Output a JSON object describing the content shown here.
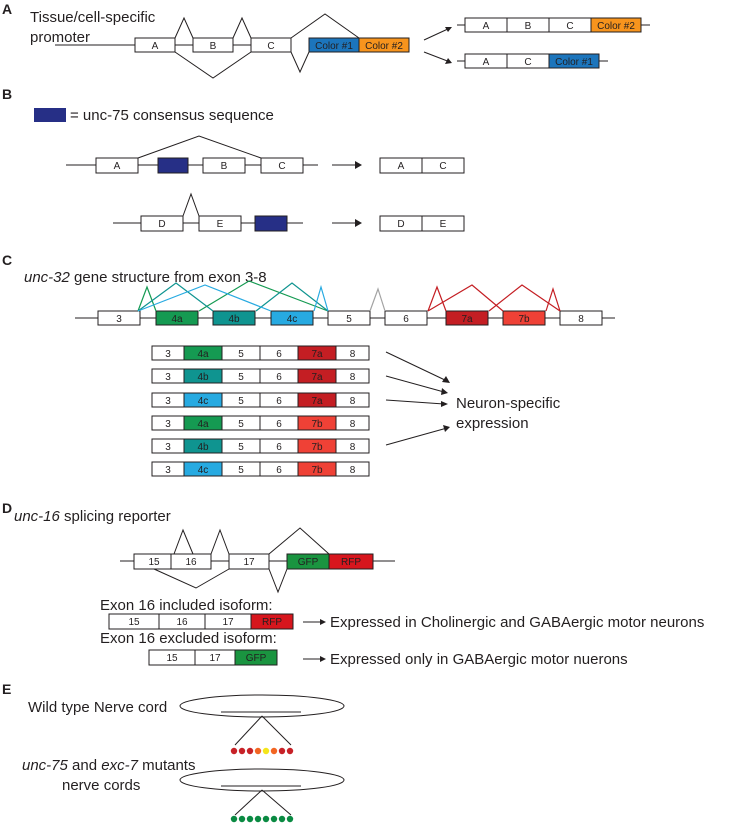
{
  "colors": {
    "exon": "#ffffff",
    "blue": "#1c75bc",
    "orange": "#f7941d",
    "navy": "#262f86",
    "green4a": "#159a52",
    "teal4b": "#0f9490",
    "blue4c": "#27aae1",
    "red7a": "#c41e23",
    "red7b": "#ef4136",
    "gfp": "#1a9440",
    "rfp": "#d7161d",
    "gray": "#a3a3a3",
    "beadRed": "#c72127",
    "beadOrange": "#f26522",
    "beadYellow": "#f4e61a",
    "beadGreen": "#4bb55c",
    "beadDarkGreen": "#0a8a42"
  },
  "panelA": {
    "label": "A",
    "promoter_line1": "Tissue/cell-specific",
    "promoter_line2": "promoter",
    "exon_a": "A",
    "exon_b": "B",
    "exon_c": "C",
    "color1": "Color #1",
    "color2": "Color #2"
  },
  "panelB": {
    "label": "B",
    "legend": "= unc-75 consensus sequence",
    "exon_a": "A",
    "exon_b": "B",
    "exon_c": "C",
    "exon_d": "D",
    "exon_e": "E"
  },
  "panelC": {
    "label": "C",
    "title_italic": "unc-32",
    "title_rest": " gene structure from exon 3-8",
    "exons": [
      "3",
      "4a",
      "4b",
      "4c",
      "5",
      "6",
      "7a",
      "7b",
      "8"
    ],
    "isoforms": [
      [
        "3",
        "4a",
        "5",
        "6",
        "7a",
        "8"
      ],
      [
        "3",
        "4b",
        "5",
        "6",
        "7a",
        "8"
      ],
      [
        "3",
        "4c",
        "5",
        "6",
        "7a",
        "8"
      ],
      [
        "3",
        "4a",
        "5",
        "6",
        "7b",
        "8"
      ],
      [
        "3",
        "4b",
        "5",
        "6",
        "7b",
        "8"
      ],
      [
        "3",
        "4c",
        "5",
        "6",
        "7b",
        "8"
      ]
    ],
    "neuron_line1": "Neuron-specific",
    "neuron_line2": "expression"
  },
  "panelD": {
    "label": "D",
    "title_italic": "unc-16",
    "title_rest": " splicing reporter",
    "exon15": "15",
    "exon16": "16",
    "exon17": "17",
    "gfp": "GFP",
    "rfp": "RFP",
    "included_label": "Exon 16 included isoform:",
    "included_text": "Expressed in Cholinergic and GABAergic motor neurons",
    "excluded_label": "Exon 16 excluded isoform:",
    "excluded_text": "Expressed only in GABAergic motor nuerons"
  },
  "panelE": {
    "label": "E",
    "wild_type": "Wild type Nerve  cord",
    "mutant_italic1": "unc-75",
    "mutant_and": " and ",
    "mutant_italic2": "exc-7",
    "mutant_rest": " mutants",
    "mutant_line2": "nerve  cords",
    "wt_beads": [
      "red",
      "red",
      "red",
      "orange",
      "yellow",
      "orange",
      "red",
      "red"
    ],
    "mut_beads": [
      "green",
      "green",
      "green",
      "green",
      "green",
      "green",
      "green",
      "green"
    ]
  }
}
